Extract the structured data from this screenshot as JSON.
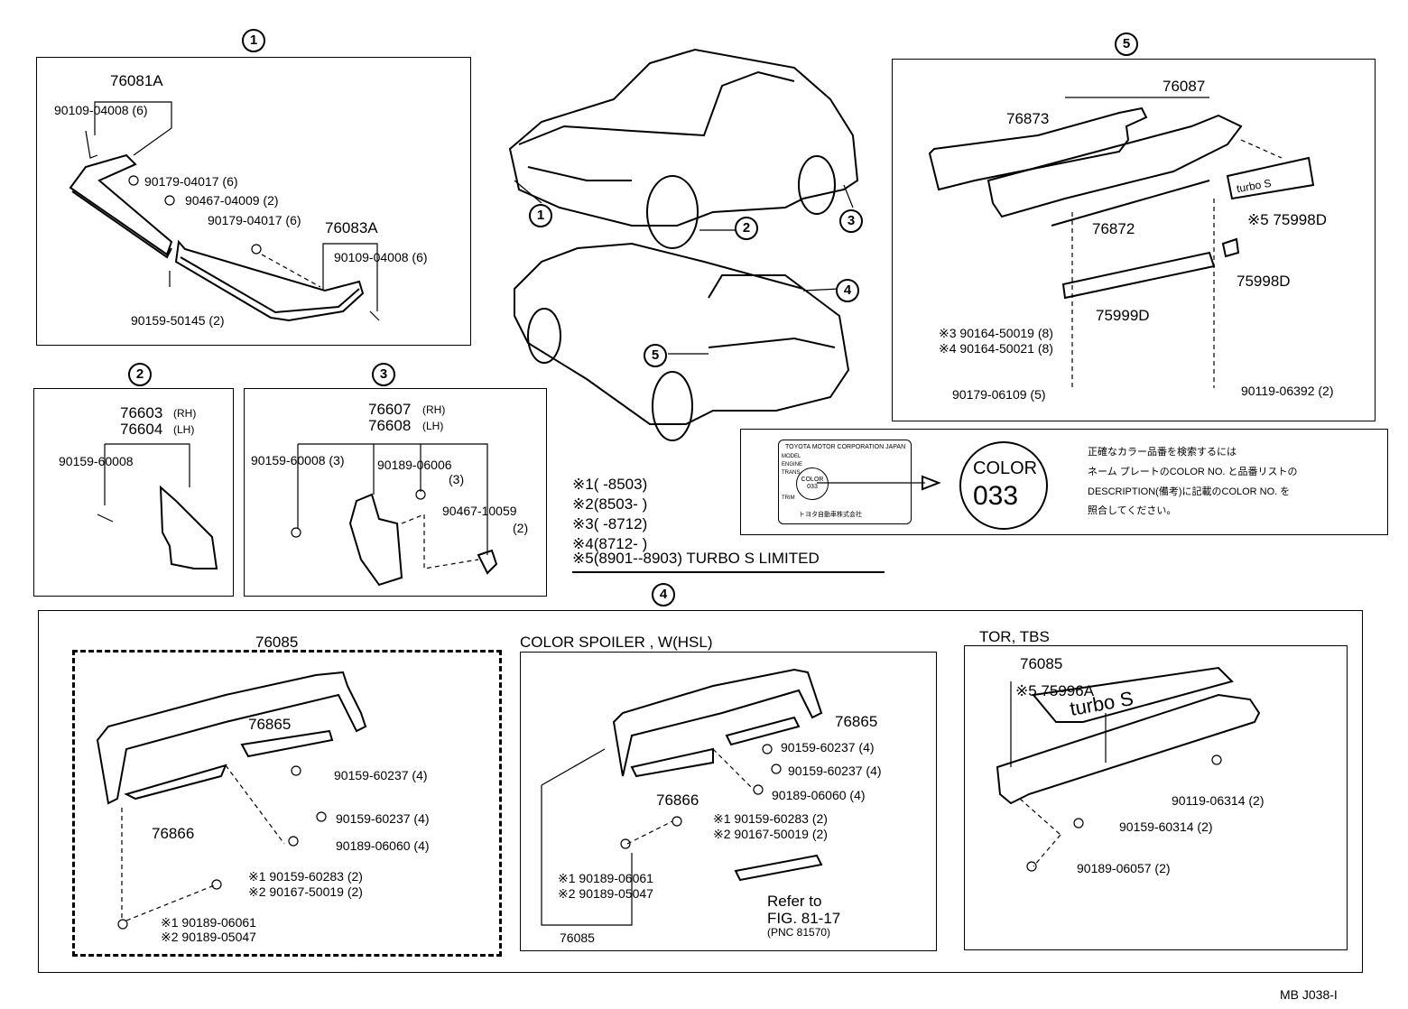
{
  "sections": {
    "s1": {
      "marker": "1",
      "labels": {
        "a": "76081A",
        "b": "90109-04008 (6)",
        "c": "90179-04017 (6)",
        "d": "90467-04009 (2)",
        "e": "90179-04017 (6)",
        "f": "76083A",
        "g": "90109-04008 (6)",
        "h": "90159-50145 (2)"
      }
    },
    "s2": {
      "marker": "2",
      "labels": {
        "a": "76603",
        "a_side": "(RH)",
        "b": "76604",
        "b_side": "(LH)",
        "c": "90159-60008"
      }
    },
    "s3": {
      "marker": "3",
      "labels": {
        "a": "76607",
        "a_side": "(RH)",
        "b": "76608",
        "b_side": "(LH)",
        "c": "90159-60008 (3)",
        "d": "90189-06006",
        "d_qty": "(3)",
        "e": "90467-10059",
        "e_qty": "(2)"
      }
    },
    "s5": {
      "marker": "5",
      "labels": {
        "a": "76087",
        "b": "76873",
        "c": "76872",
        "d": "※5 75998D",
        "e": "75998D",
        "f": "75999D",
        "g": "※3 90164-50019 (8)",
        "h": "※4 90164-50021 (8)",
        "i": "90179-06109 (5)",
        "j": "90119-06392 (2)",
        "badge": "turbo S"
      }
    },
    "car_markers": [
      "1",
      "2",
      "3",
      "4",
      "5"
    ],
    "notes": [
      {
        "mark": "※1",
        "range": "(        -8503)"
      },
      {
        "mark": "※2",
        "range": "(8503-          )"
      },
      {
        "mark": "※3",
        "range": "(        -8712)"
      },
      {
        "mark": "※4",
        "range": "(8712-          )"
      },
      {
        "mark": "※5",
        "range": "(8901--8903) TURBO S LIMITED"
      }
    ],
    "color_note": {
      "plate_title": "TOYOTA MOTOR CORPORATION JAPAN",
      "plate_lines": [
        "MODEL",
        "ENGINE",
        "TRANS.",
        "TRIM"
      ],
      "plate_color": "COLOR 033",
      "plate_maker": "トヨタ自動車株式会社",
      "big_color_label": "COLOR",
      "big_color_code": "033",
      "text_lines": [
        "正確なカラー品番を検索するには",
        "ネーム プレートのCOLOR NO. と品番リストの",
        "DESCRIPTION(備考)に記載のCOLOR NO. を",
        "照合してください。"
      ]
    },
    "s4": {
      "marker": "4",
      "left": {
        "a": "76085",
        "b": "76865",
        "c": "90159-60237 (4)",
        "d": "90159-60237 (4)",
        "e": "76866",
        "f": "90189-06060 (4)",
        "g": "※1  90159-60283 (2)",
        "h": "※2  90167-50019 (2)",
        "i": "※1  90189-06061",
        "j": "※2  90189-05047"
      },
      "middle": {
        "title": "COLOR SPOILER  , W(HSL)",
        "a": "76865",
        "b": "90159-60237 (4)",
        "c": "90159-60237 (4)",
        "d": "90189-06060 (4)",
        "e": "76866",
        "f": "※1 90159-60283 (2)",
        "g": "※2 90167-50019 (2)",
        "h": "※1 90189-06061",
        "i": "※2 90189-05047",
        "j": "Refer to",
        "k": "FIG. 81-17",
        "l": "(PNC 81570)",
        "m": "76085"
      },
      "right": {
        "title": "TOR, TBS",
        "a": "76085",
        "b": "※5 75996A",
        "c": "90119-06314 (2)",
        "d": "90159-60314 (2)",
        "e": "90189-06057 (2)",
        "badge": "turbo S"
      }
    }
  },
  "footer": "MB  J038-I"
}
